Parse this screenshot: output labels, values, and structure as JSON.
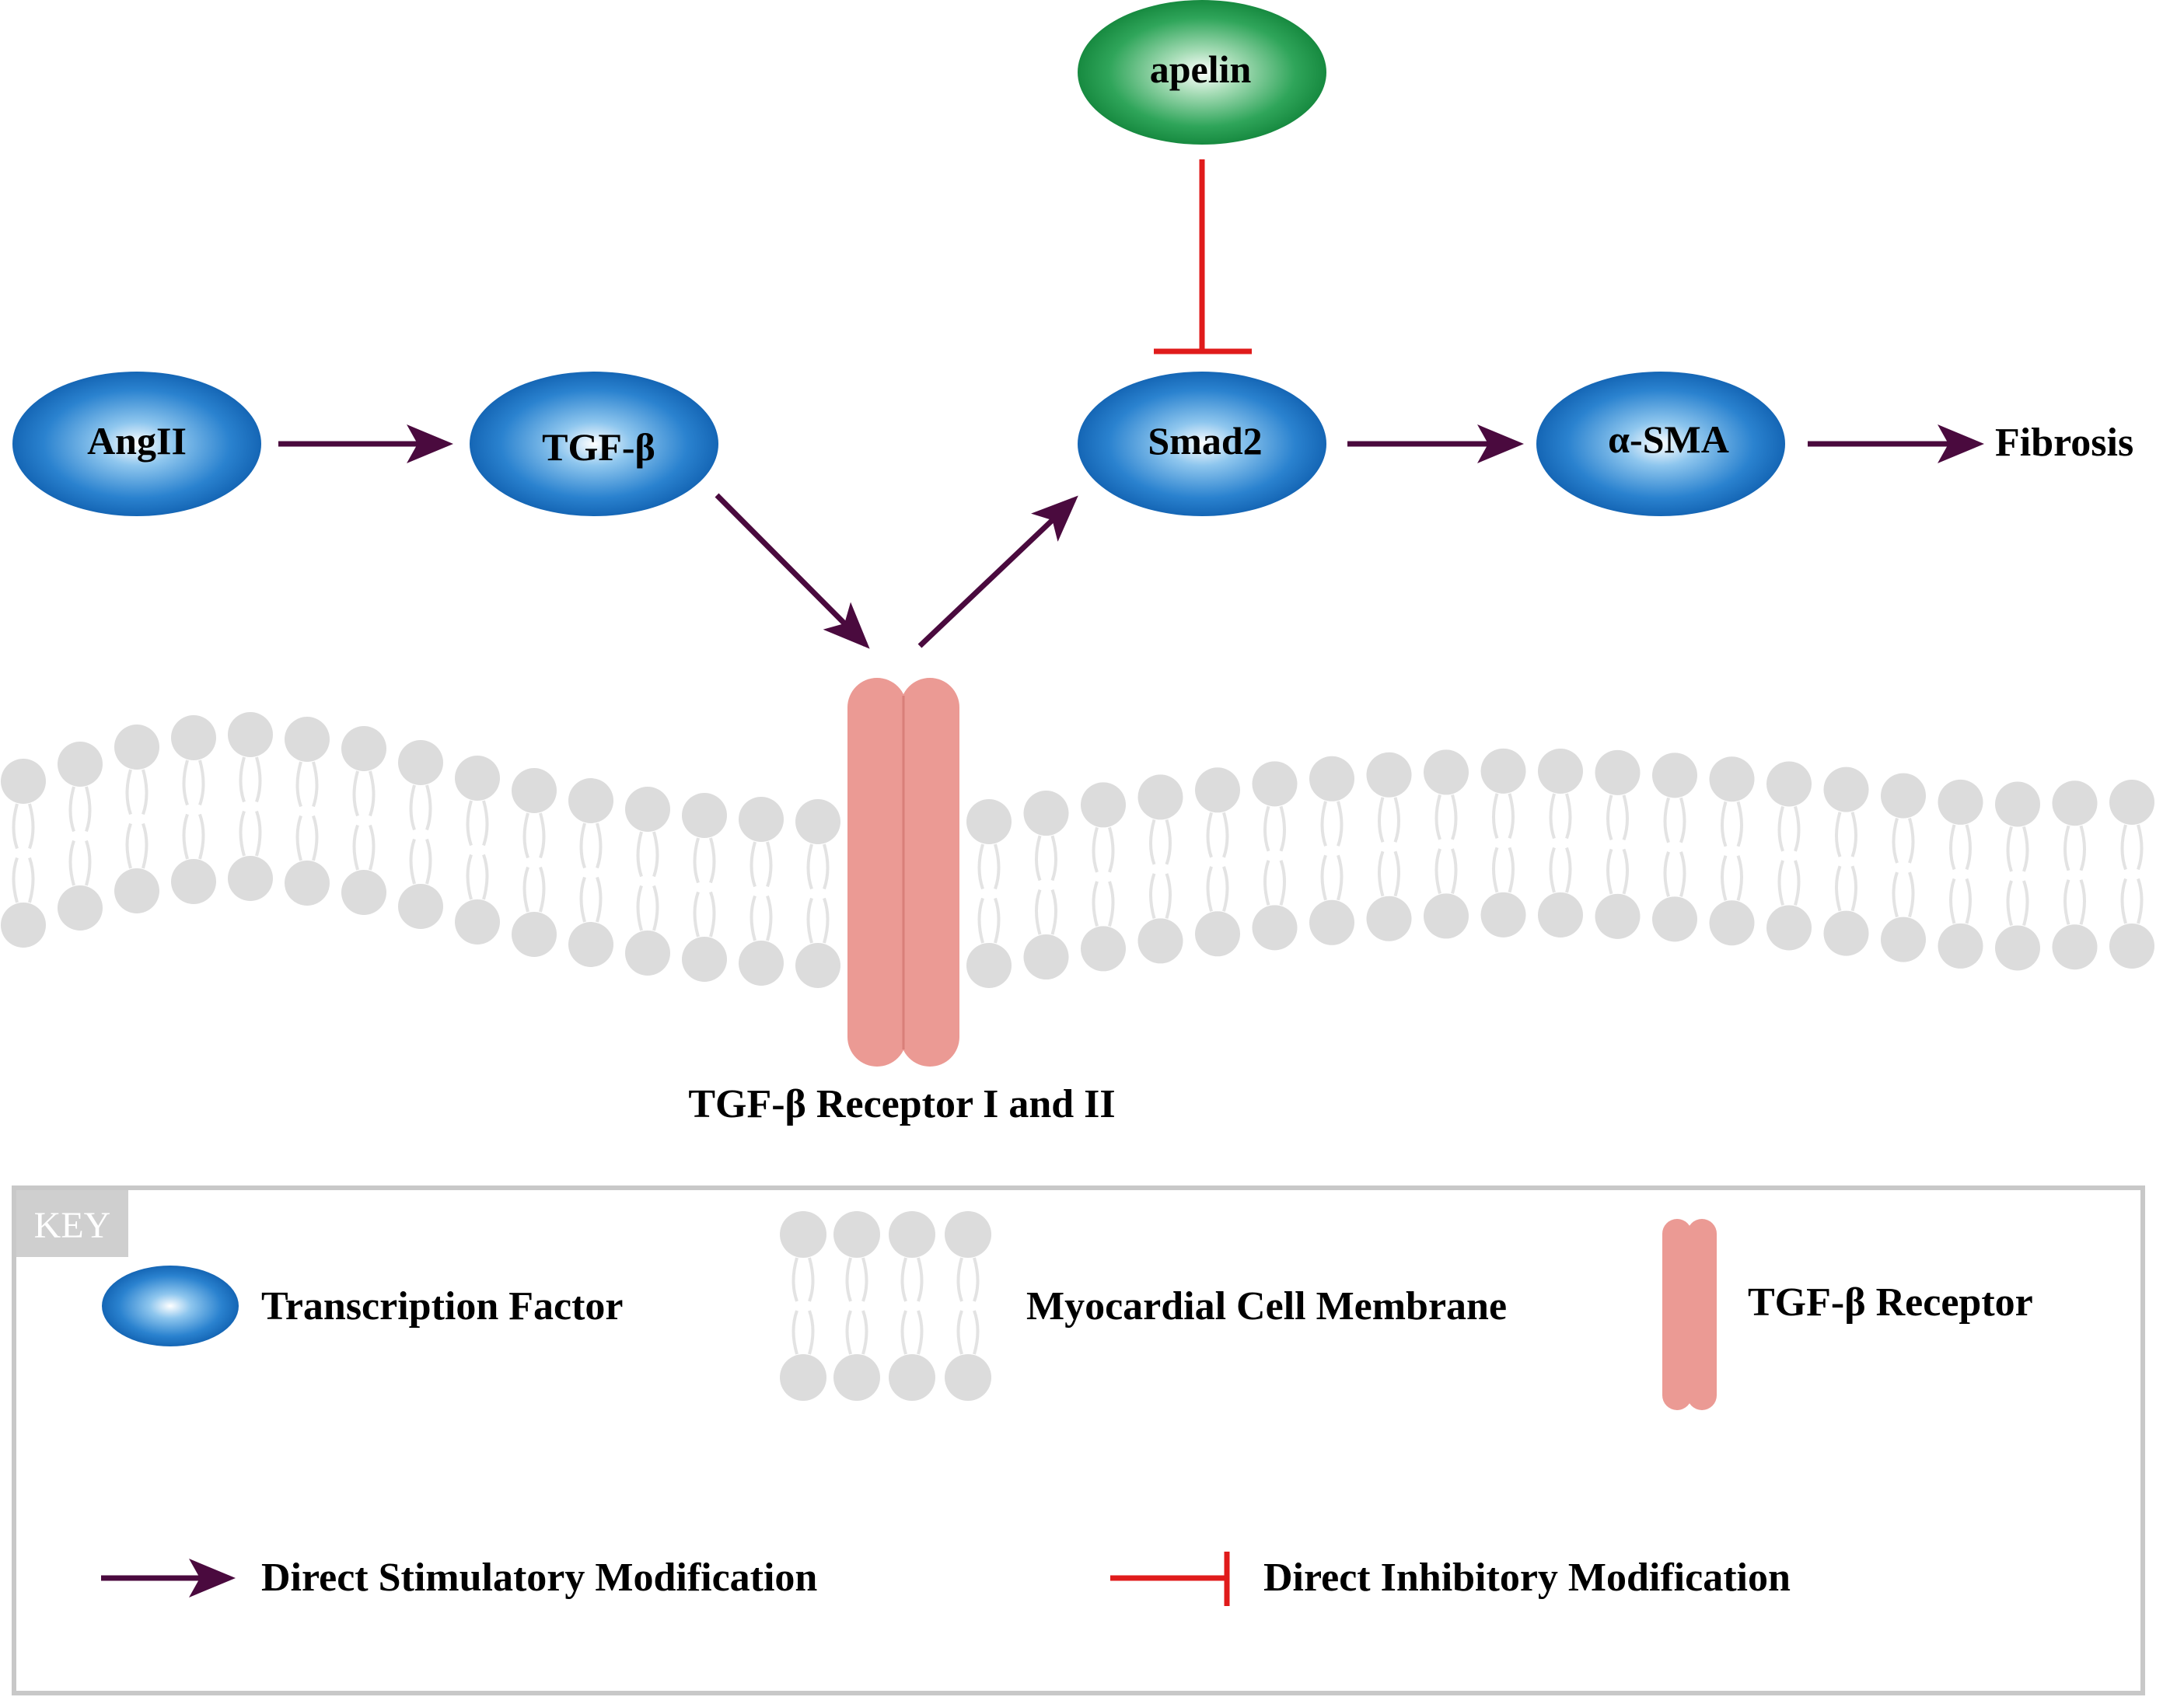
{
  "nodes": {
    "angII": "AngII",
    "tgf_beta": "TGF-β",
    "smad2": "Smad2",
    "alpha_sma": "α-SMA",
    "apelin": "apelin",
    "fibrosis": "Fibrosis",
    "receptor_label": "TGF-β Receptor I and II"
  },
  "key": {
    "title": "KEY",
    "transcription_factor": "Transcription Factor",
    "membrane": "Myocardial Cell Membrane",
    "receptor": "TGF-β Receptor",
    "stimulatory": "Direct Stimulatory Modification",
    "inhibitory": "Direct Inhibitory Modification"
  },
  "colors": {
    "transcription_factor": "#1a73c4",
    "apelin": "#1e9a4a",
    "receptor": "#eb9a94",
    "membrane": "#dcdcdc",
    "stimulatory_arrow": "#4a0a3e",
    "inhibitory_line": "#e01b1b",
    "key_border": "#c8c8c8"
  },
  "edges": [
    {
      "from": "AngII",
      "to": "TGF-β",
      "type": "stimulatory"
    },
    {
      "from": "TGF-β",
      "to": "TGF-β Receptor I and II",
      "type": "stimulatory"
    },
    {
      "from": "TGF-β Receptor I and II",
      "to": "Smad2",
      "type": "stimulatory"
    },
    {
      "from": "apelin",
      "to": "Smad2",
      "type": "inhibitory"
    },
    {
      "from": "Smad2",
      "to": "α-SMA",
      "type": "stimulatory"
    },
    {
      "from": "α-SMA",
      "to": "Fibrosis",
      "type": "stimulatory"
    }
  ]
}
